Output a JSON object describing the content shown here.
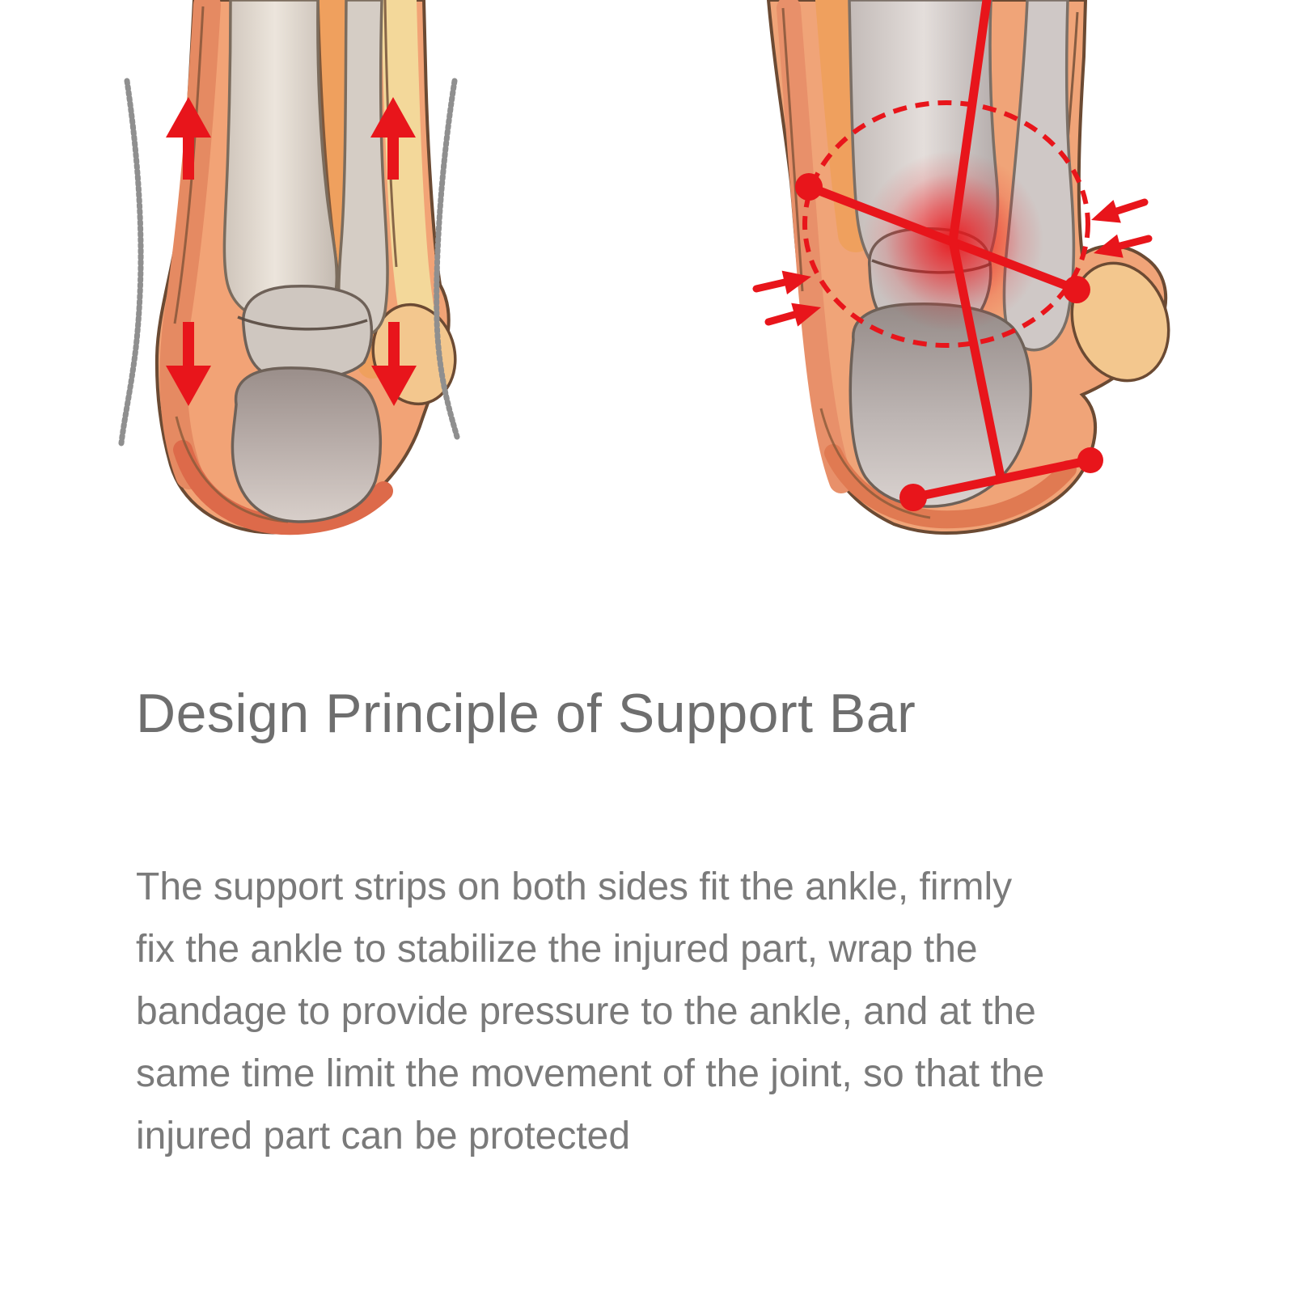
{
  "image": {
    "background": "#ffffff",
    "heading": {
      "text": "Design Principle of Support Bar",
      "color": "#6e6e6e"
    },
    "paragraph": {
      "color": "#7a7a7a",
      "lines": [
        "The support strips on both sides fit the ankle, firmly",
        "fix the ankle to stabilize the injured part, wrap the",
        "bandage to provide pressure to the ankle, and at the",
        "same time limit the movement of the joint, so that the",
        "injured part can be protected"
      ],
      "full_text": "The support strips on both sides fit the ankle, firmly fix the ankle to stabilize the injured part, wrap the bandage to provide pressure to the ankle, and at the same time limit the movement of the joint, so that the injured part can be protected"
    },
    "figures": {
      "left": {
        "name": "ankle-with-support-strips",
        "description": "Rear view of ankle bones with a gray support strip hanging on each side and red arrows showing upward and downward stabilizing forces",
        "arrow_icons": [
          "up-arrow-icon",
          "up-arrow-icon",
          "down-arrow-icon",
          "down-arrow-icon"
        ],
        "support_strip_color": "#8f8f8f"
      },
      "right": {
        "name": "injured-ankle-pressure",
        "description": "Rear view of a twisted ankle with a red injury glow at the joint, a dashed pressure circle, red alignment lines with endpoint dots and inward compression arrows on both sides",
        "arrow_icons": [
          "inward-arrow-icon",
          "inward-arrow-icon",
          "inward-arrow-icon",
          "inward-arrow-icon"
        ],
        "accent_color": "#e8151b"
      }
    },
    "palette": {
      "accent_red": "#e8151b",
      "skin_base": "#f2a376",
      "skin_shadow": "#e58a62",
      "skin_deep": "#dd6a4a",
      "muscle_orange": "#efa05e",
      "band_yellow": "#f3d89a",
      "ball_tan": "#f3c78e",
      "outline_brown": "#6b4a33",
      "bone_light": "#ded6cc",
      "bone_mid": "#cfc7c0",
      "bone_gray": "#b9aeaa",
      "wire_gray": "#8f8f8f",
      "title_gray": "#6e6e6e",
      "body_gray": "#7a7a7a"
    }
  }
}
